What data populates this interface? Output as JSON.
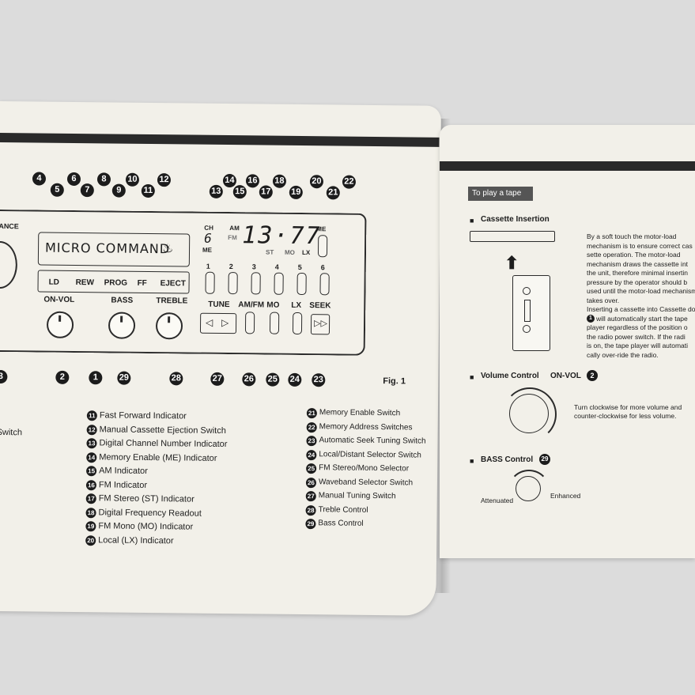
{
  "left_page": {
    "radio": {
      "left_label": "ANCE",
      "brand": "MICRO COMMAND",
      "buttons": [
        {
          "label": "LD"
        },
        {
          "label": "REW"
        },
        {
          "label": "PROG"
        },
        {
          "label": "FF"
        },
        {
          "label": "EJECT"
        }
      ],
      "control_labels": {
        "on_vol": "ON-VOL",
        "bass": "BASS",
        "treble": "TREBLE"
      },
      "display": {
        "ch": "CH",
        "channel": "6",
        "am": "AM",
        "fm": "FM",
        "freq": "13·77",
        "me_top": "ME",
        "me_bottom": "ME",
        "st": "ST",
        "mo": "MO",
        "lx": "LX"
      },
      "presets": [
        "1",
        "2",
        "3",
        "4",
        "5",
        "6"
      ],
      "bottom_labels": {
        "tune": "TUNE",
        "amfm": "AM/FM",
        "mo": "MO",
        "lx": "LX",
        "seek": "SEEK"
      }
    },
    "callouts_top": [
      "4",
      "5",
      "6",
      "7",
      "8",
      "9",
      "10",
      "11",
      "12",
      "13",
      "14",
      "15",
      "16",
      "17",
      "18",
      "19",
      "20",
      "21",
      "22"
    ],
    "callouts_bottom": [
      "3",
      "2",
      "1",
      "29",
      "28",
      "27",
      "26",
      "25",
      "24",
      "23"
    ],
    "fig_label": "Fig. 1",
    "switch_fragment": "Switch",
    "legend_col1": [
      {
        "n": "11",
        "text": "Fast Forward Indicator"
      },
      {
        "n": "12",
        "text": "Manual Cassette Ejection Switch"
      },
      {
        "n": "13",
        "text": "Digital Channel Number Indicator"
      },
      {
        "n": "14",
        "text": "Memory Enable (ME) Indicator"
      },
      {
        "n": "15",
        "text": "AM Indicator"
      },
      {
        "n": "16",
        "text": "FM Indicator"
      },
      {
        "n": "17",
        "text": "FM Stereo (ST) Indicator"
      },
      {
        "n": "18",
        "text": "Digital Frequency Readout"
      },
      {
        "n": "19",
        "text": "FM Mono (MO) Indicator"
      },
      {
        "n": "20",
        "text": "Local (LX) Indicator"
      }
    ],
    "legend_col2": [
      {
        "n": "21",
        "text": "Memory Enable Switch"
      },
      {
        "n": "22",
        "text": "Memory Address Switches"
      },
      {
        "n": "23",
        "text": "Automatic Seek Tuning Switch"
      },
      {
        "n": "24",
        "text": "Local/Distant Selector Switch"
      },
      {
        "n": "25",
        "text": "FM Stereo/Mono Selector"
      },
      {
        "n": "26",
        "text": "Waveband Selector Switch"
      },
      {
        "n": "27",
        "text": "Manual Tuning Switch"
      },
      {
        "n": "28",
        "text": "Treble Control"
      },
      {
        "n": "29",
        "text": "Bass Control"
      }
    ]
  },
  "right_page": {
    "section_tab": "To play a tape",
    "cassette_heading": "Cassette Insertion",
    "cassette_text": [
      "By a soft touch the motor-load",
      "mechanism is to ensure correct cas",
      "sette operation. The motor-load",
      "mechanism draws the cassette int",
      "the unit, therefore minimal insertin",
      "pressure by the operator should b",
      "used until the motor-load mechanism",
      "takes over.",
      "Inserting a cassette into Cassette doo",
      "will automatically start the tape",
      "player regardless of the position o",
      "the radio power switch. If the radi",
      "is on, the tape player will automati",
      "cally over-ride the radio."
    ],
    "cassette_ref": "1",
    "volume_heading": "Volume Control",
    "volume_key": "ON-VOL",
    "volume_ref": "2",
    "volume_text": [
      "Turn clockwise for more volume and",
      "counter-clockwise for less volume."
    ],
    "bass_heading": "BASS Control",
    "bass_ref": "29",
    "attenuated": "Attenuated",
    "enhanced": "Enhanced"
  }
}
